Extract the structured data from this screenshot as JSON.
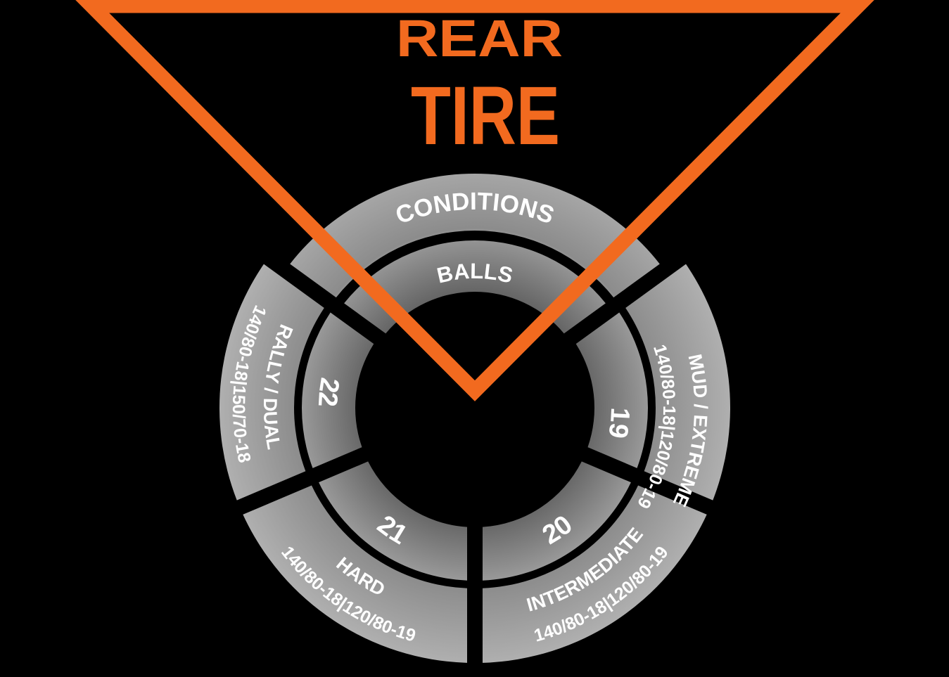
{
  "title": {
    "line1": "REAR",
    "line2": "TIRE"
  },
  "colors": {
    "accent": "#f26a1f",
    "background": "#000000",
    "segment_light": "#b0b0b0",
    "segment_dark": "#5e5e5e",
    "text": "#ffffff"
  },
  "header": {
    "outer": "CONDITIONS",
    "inner": "BALLS"
  },
  "segments": [
    {
      "condition": "RALLY / DUAL",
      "sizes": "140/80-18|150/70-18",
      "balls": "22"
    },
    {
      "condition": "MUD / EXTREME",
      "sizes": "140/80-18|120/80-19",
      "balls": "19"
    },
    {
      "condition": "HARD",
      "sizes": "140/80-18|120/80-19",
      "balls": "21"
    },
    {
      "condition": "INTERMEDIATE",
      "sizes": "140/80-18|120/80-19",
      "balls": "20"
    }
  ]
}
